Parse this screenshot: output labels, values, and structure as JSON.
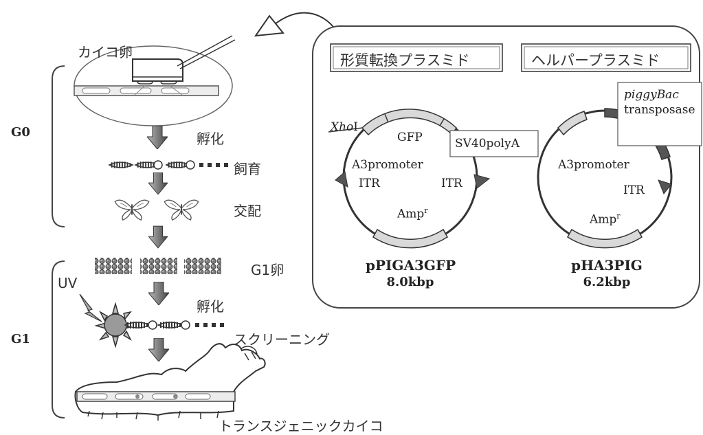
{
  "left": {
    "silkworm_egg_label": "カイコ卵",
    "g0_label": "G0",
    "g1_label": "G1",
    "hatch_label_1": "孵化",
    "rearing_label": "飼育",
    "mating_label": "交配",
    "g1_egg_label": "G1卵",
    "uv_label": "UV",
    "hatch_label_2": "孵化",
    "screening_label": "スクリーニング",
    "transgenic_label": "トランスジェニックカイコ"
  },
  "right": {
    "transform_plasmid_title": "形質転換プラスミド",
    "helper_plasmid_title": "ヘルパープラスミド",
    "plasmid1": {
      "xho_italic": "Xho",
      "xho_suffix": "I",
      "gfp": "GFP",
      "promoter": "A3promoter",
      "polya": "SV40polyA",
      "itr_left": "ITR",
      "itr_right": "ITR",
      "amp": "Amp",
      "amp_sup": "r",
      "name": "pPIGA3GFP",
      "size": "8.0kbp"
    },
    "plasmid2": {
      "piggybac": "piggyBac",
      "transposase": "transposase",
      "promoter": "A3promoter",
      "itr": "ITR",
      "amp": "Amp",
      "amp_sup": "r",
      "name": "pHA3PIG",
      "size": "6.2kbp"
    }
  }
}
